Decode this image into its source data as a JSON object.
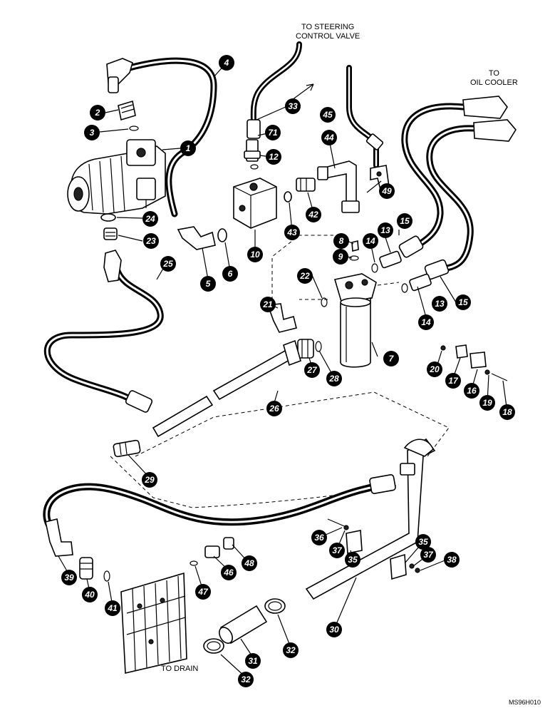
{
  "notes": {
    "steering": [
      "TO STEERING",
      "CONTROL VALVE"
    ],
    "oil_cooler": [
      "TO",
      "OIL COOLER"
    ],
    "drain": "TO DRAIN"
  },
  "reference": "MS96H010",
  "callouts": [
    "1",
    "2",
    "3",
    "4",
    "5",
    "6",
    "7",
    "8",
    "9",
    "10",
    "12",
    "13",
    "13",
    "14",
    "14",
    "15",
    "15",
    "16",
    "17",
    "18",
    "19",
    "20",
    "21",
    "22",
    "23",
    "24",
    "25",
    "26",
    "27",
    "28",
    "29",
    "30",
    "31",
    "32",
    "32",
    "33",
    "35",
    "35",
    "36",
    "37",
    "37",
    "38",
    "39",
    "40",
    "41",
    "42",
    "43",
    "44",
    "45",
    "46",
    "47",
    "48",
    "49",
    "71"
  ]
}
